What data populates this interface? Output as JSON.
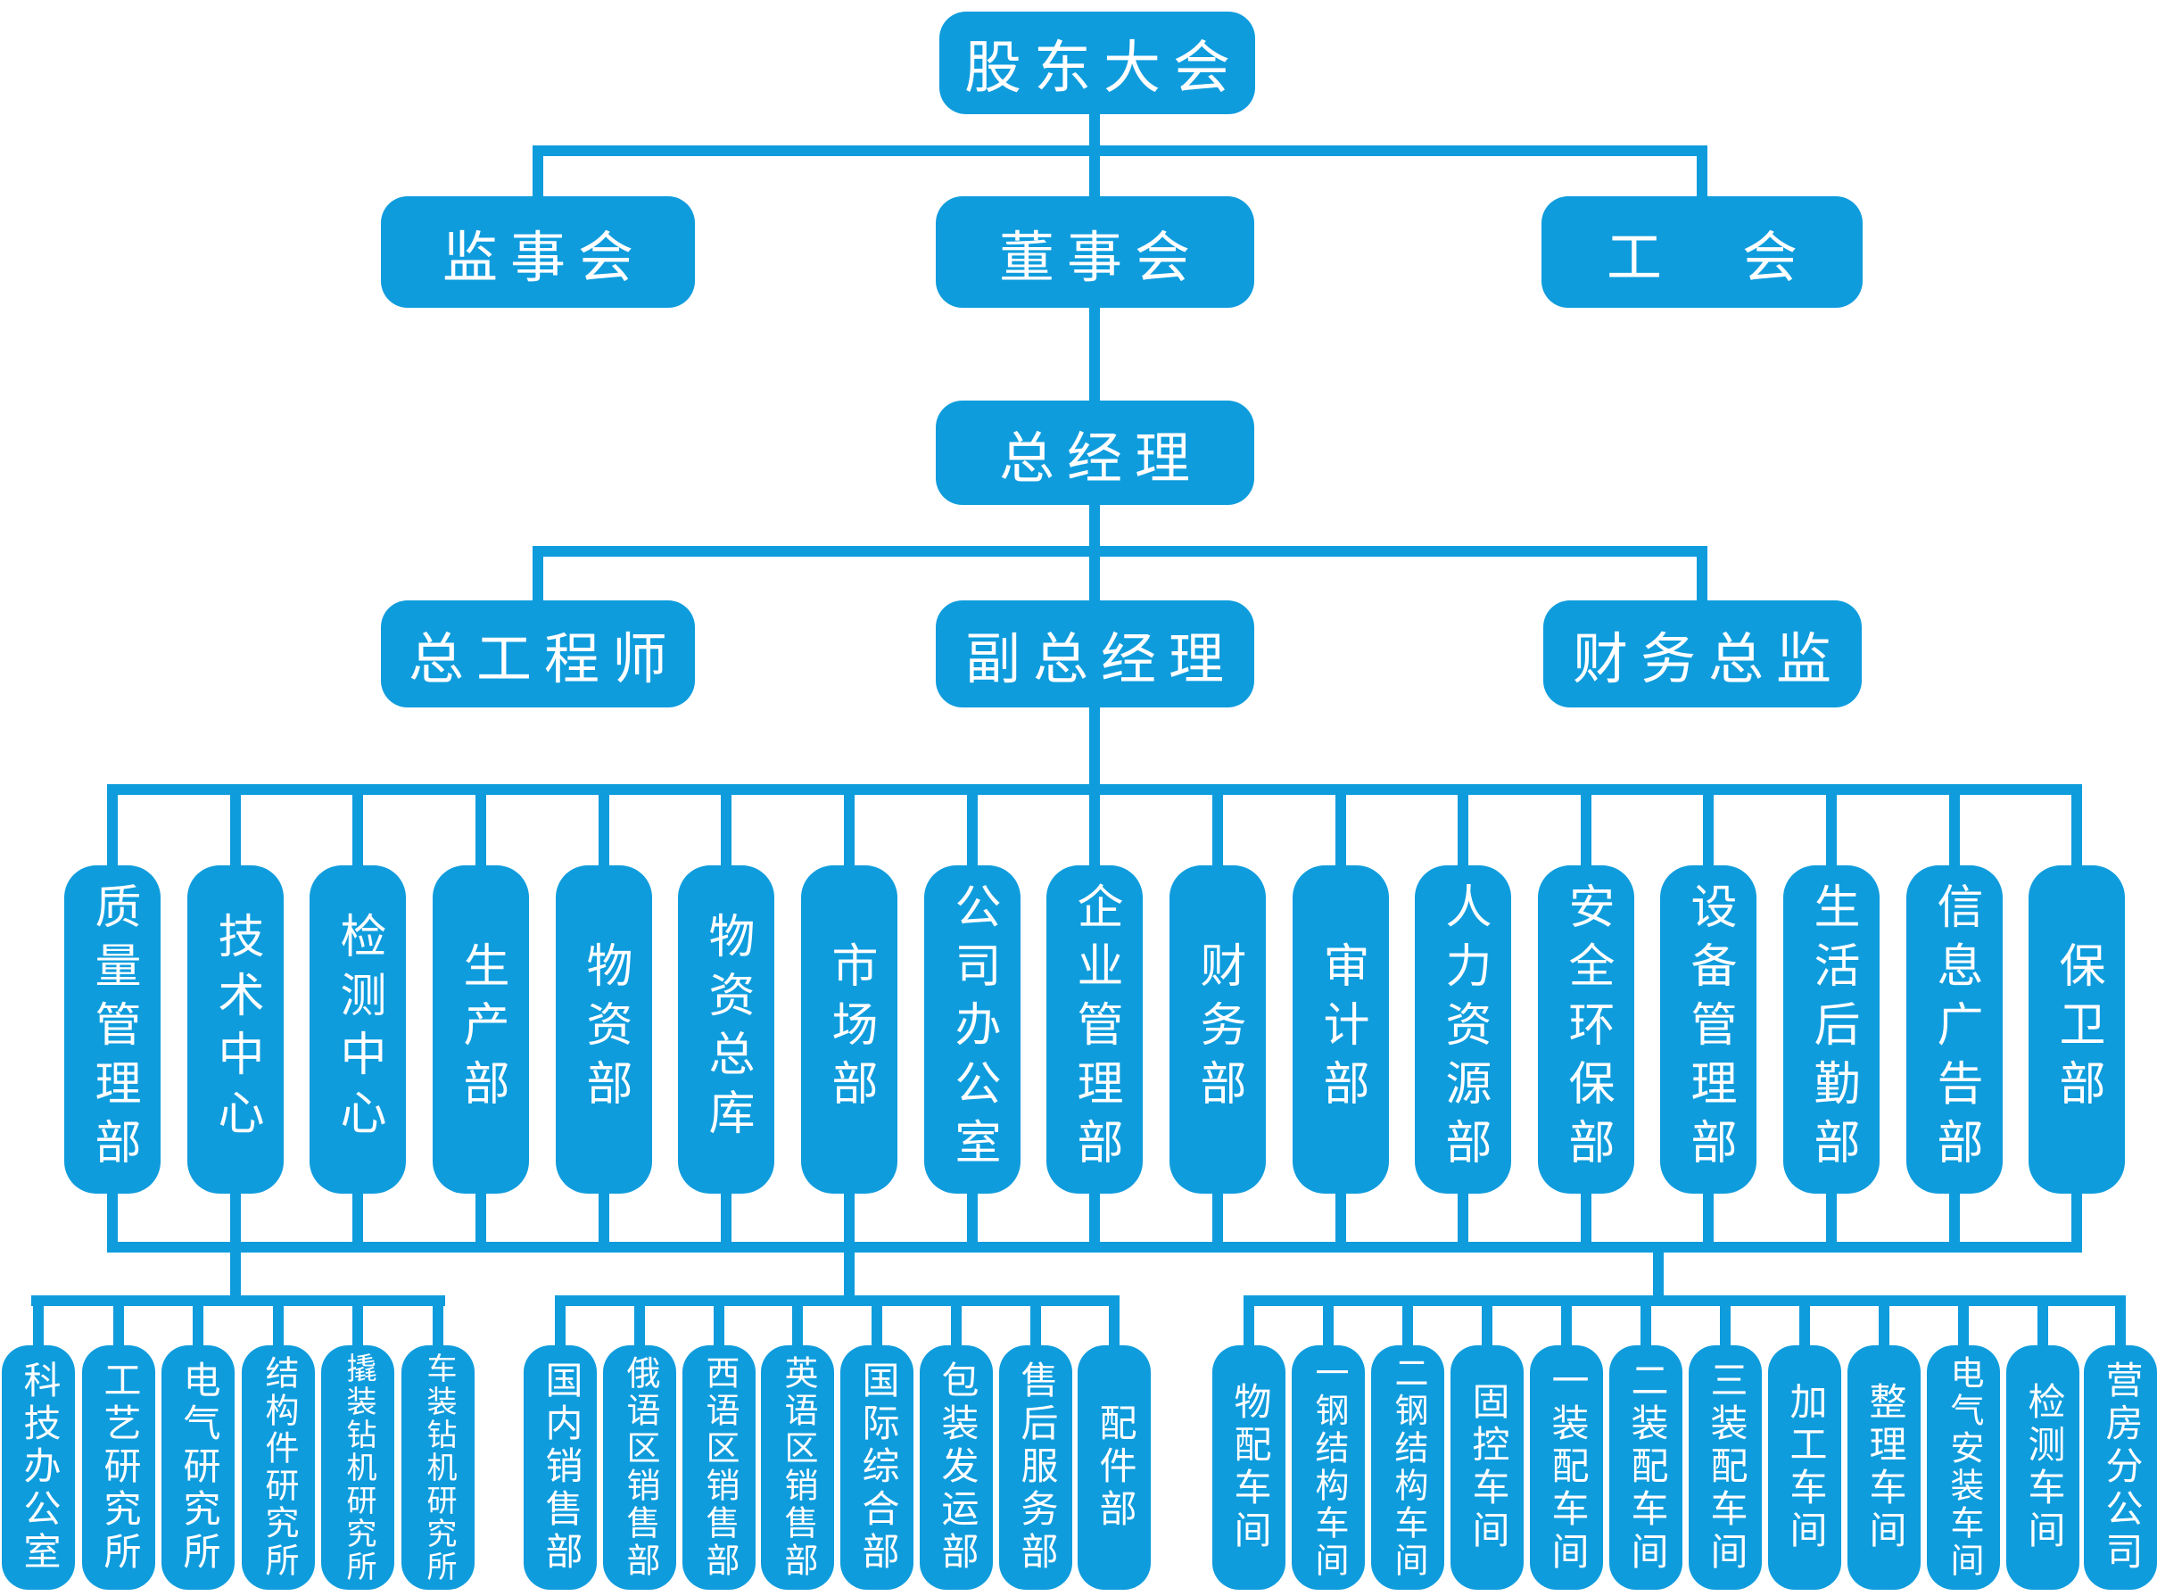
{
  "diagram": {
    "type": "org-chart",
    "background": "#ffffff",
    "node_fill": "#0f9cdd",
    "node_text_color": "#ffffff",
    "connector_color": "#0f9cdd"
  },
  "org": {
    "level1": [
      "股东大会"
    ],
    "level2": [
      "监事会",
      "董事会",
      "工　会"
    ],
    "level3": [
      "总经理"
    ],
    "level4": [
      "总工程师",
      "副总经理",
      "财务总监"
    ],
    "level5": [
      "质量管理部",
      "技术中心",
      "检测中心",
      "生产部",
      "物资部",
      "物资总库",
      "市场部",
      "公司办公室",
      "企业管理部",
      "财务部",
      "审计部",
      "人力资源部",
      "安全环保部",
      "设备管理部",
      "生活后勤部",
      "信息广告部",
      "保卫部"
    ],
    "level6": {
      "research_group": [
        "科技办公室",
        "工艺研究所",
        "电气研究所",
        "结构件研究所",
        "撬装钻机研究所",
        "车装钻机研究所"
      ],
      "sales_group": [
        "国内销售部",
        "俄语区销售部",
        "西语区销售部",
        "英语区销售部",
        "国际综合部",
        "包装发运部",
        "售后服务部",
        "配件部"
      ],
      "workshop_group": [
        "物配车间",
        "一钢结构车间",
        "二钢结构车间",
        "固控车间",
        "一装配车间",
        "二装配车间",
        "三装配车间",
        "加工车间",
        "整理车间",
        "电气安装车间",
        "检测车间",
        "营房分公司"
      ]
    },
    "relations": [
      {
        "from": "股东大会",
        "to": [
          "监事会",
          "董事会",
          "工　会"
        ]
      },
      {
        "from": "董事会",
        "to": [
          "总经理"
        ]
      },
      {
        "from": "总经理",
        "to": [
          "总工程师",
          "副总经理",
          "财务总监"
        ]
      },
      {
        "from": "副总经理",
        "to": [
          "质量管理部",
          "技术中心",
          "检测中心",
          "生产部",
          "物资部",
          "物资总库",
          "市场部",
          "公司办公室",
          "企业管理部",
          "财务部",
          "审计部",
          "人力资源部",
          "安全环保部",
          "设备管理部",
          "生活后勤部",
          "信息广告部",
          "保卫部"
        ]
      },
      {
        "from": "department-rail",
        "to": [
          "research_group",
          "sales_group",
          "workshop_group"
        ]
      }
    ]
  }
}
